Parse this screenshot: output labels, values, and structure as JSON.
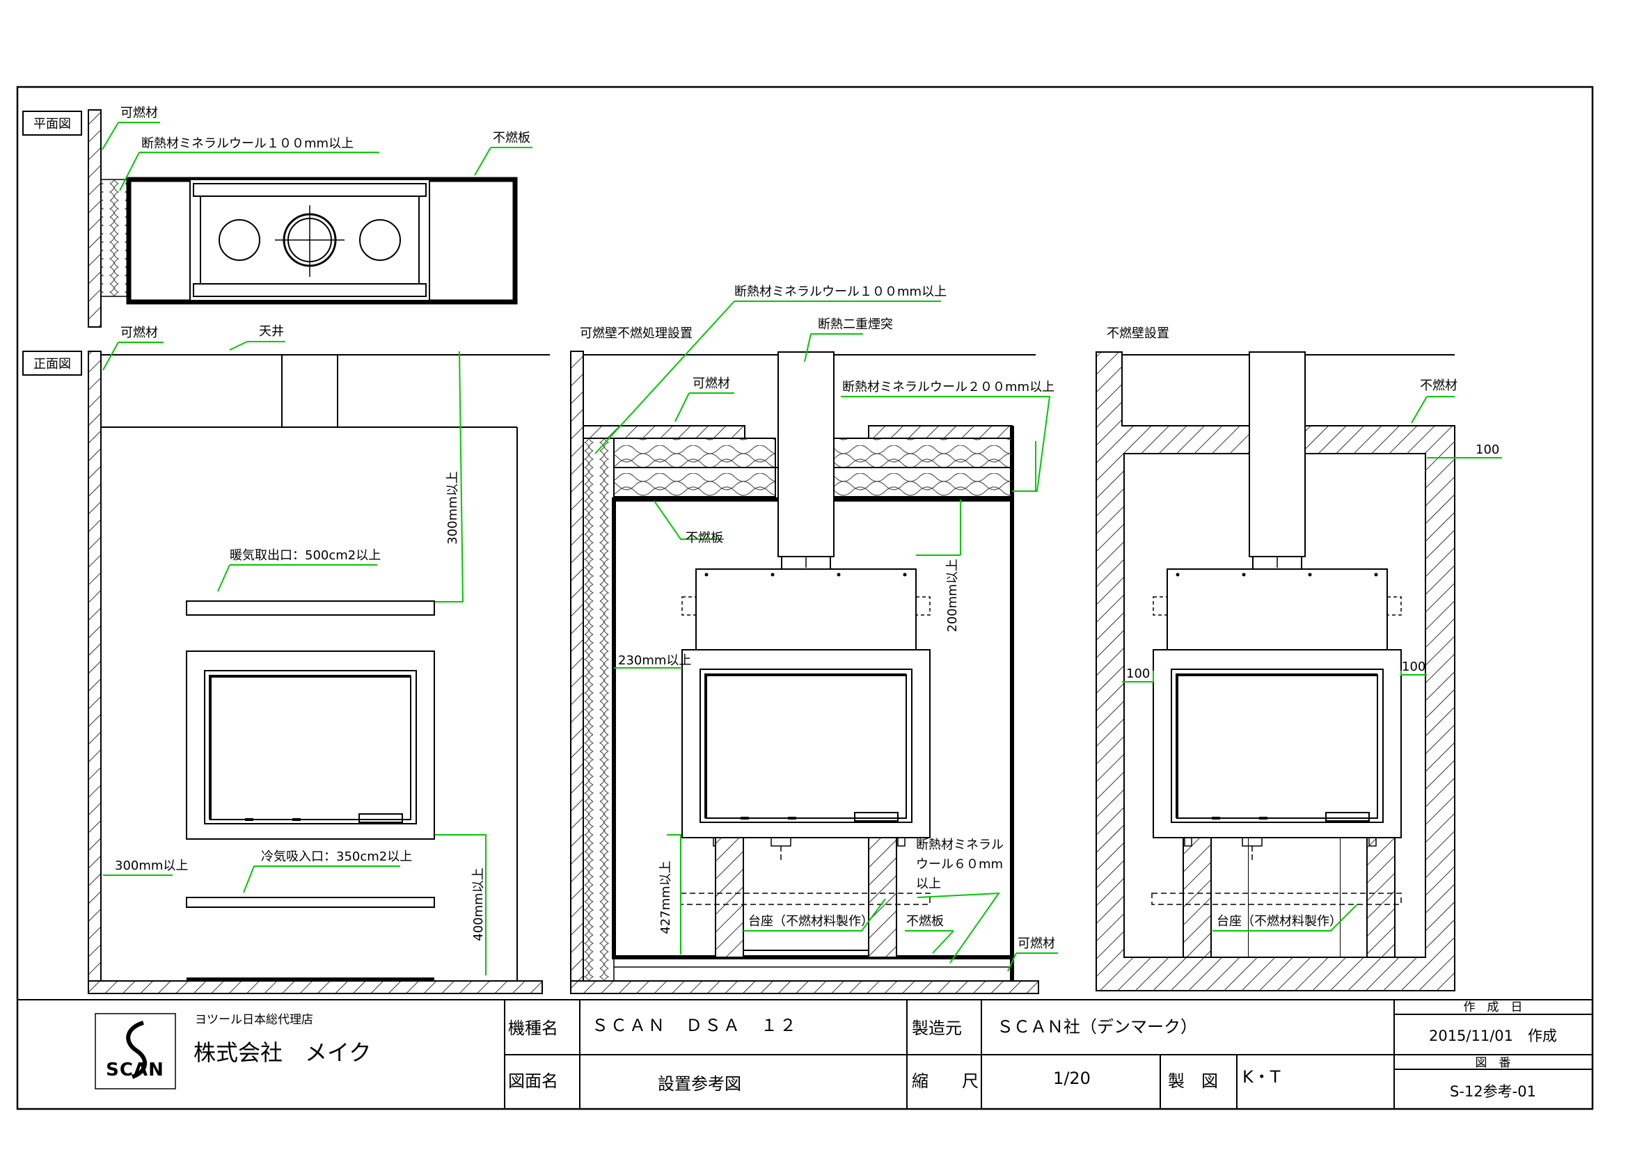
{
  "labels": {
    "plan_view": "平面図",
    "front_view": "正面図",
    "combustible": "可燃材",
    "insulation_100": "断熱材ミネラルウール１００mm以上",
    "noncombustible_board": "不燃板",
    "ceiling": "天井",
    "combustible_wall_treatment": "可燃壁不燃処理設置",
    "noncombustible_wall": "不燃壁設置",
    "double_chimney": "断熱二重煙突",
    "insulation_200": "断熱材ミネラルウール２００mm以上",
    "noncombustible_material": "不燃材",
    "dim_300_above": "300mm以上",
    "dim_200_above": "200mm以上",
    "dim_230_above": "230mm以上",
    "dim_427_above": "427mm以上",
    "dim_400_above": "400mm以上",
    "dim_100": "100",
    "warm_air_outlet": "暖気取出口：500cm2以上",
    "cold_air_inlet": "冷気吸入口：350cm2以上",
    "insulation_60_line1": "断熱材ミネラル",
    "insulation_60_line2": "ウール６０mm",
    "insulation_60_line3": "以上",
    "pedestal": "台座（不燃材料製作）"
  },
  "title_block": {
    "agency": "ヨツール日本総代理店",
    "company": "株式会社　メイク",
    "logo_text": "SCAN",
    "model_label": "機種名",
    "model_value": "ＳＣＡＮ　ＤＳＡ　１２",
    "manufacturer_label": "製造元",
    "manufacturer_value": "ＳＣＡＮ社（デンマーク）",
    "created_label": "作　成　日",
    "created_value": "2015/11/01　作成",
    "drawing_name_label": "図面名",
    "drawing_name_value": "設置参考図",
    "scale_label": "縮　　尺",
    "scale_value": "1/20",
    "drafter_label": "製　図",
    "drafter_value": "K・T",
    "drawing_no_label": "図　番",
    "drawing_no_value": "S-12参考-01"
  },
  "colors": {
    "line": "#000000",
    "leader": "#00c800",
    "insulation": "#555555"
  }
}
